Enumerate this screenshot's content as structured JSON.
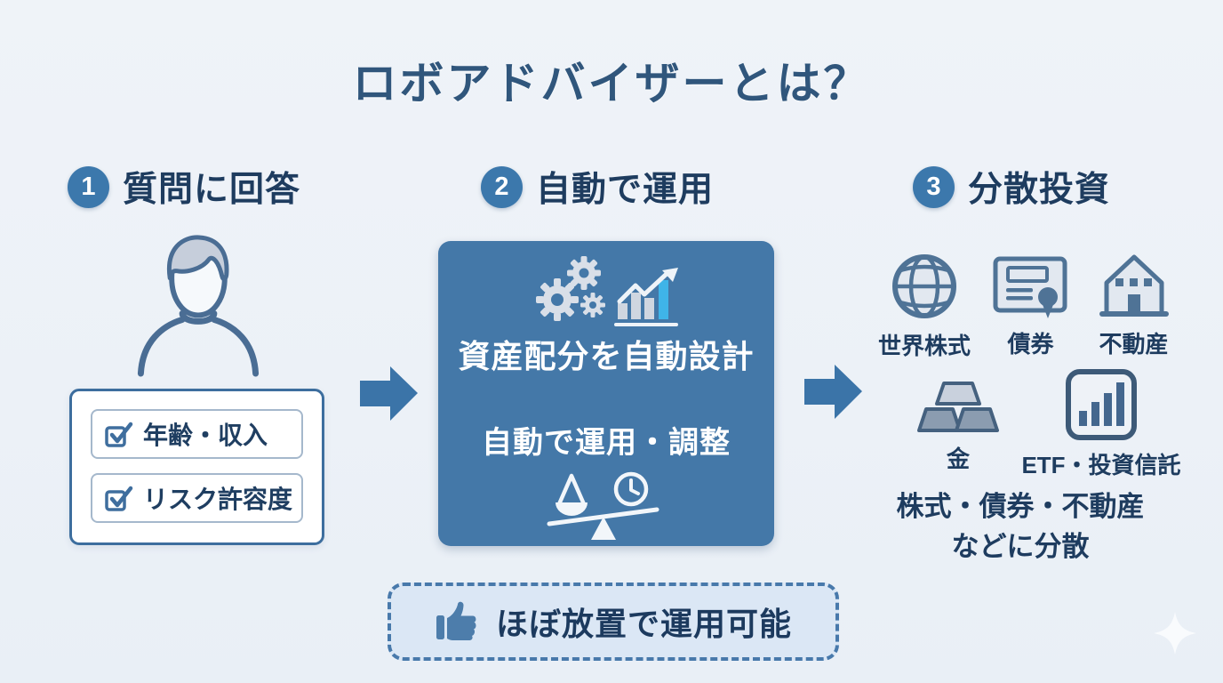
{
  "page": {
    "title": "ロボアドバイザーとは？"
  },
  "colors": {
    "background": "#edf1f7",
    "primary_blue": "#4478a8",
    "accent_cyan": "#3fb4e8",
    "dark_navy": "#1e3c5f",
    "circle_blue": "#3c78ac",
    "arrow_blue": "#3b74a8",
    "icon_stroke": "#4a6d94",
    "icon_fill": "#e2e8f0",
    "banner_bg": "#dbe7f5",
    "banner_border": "#4879ab"
  },
  "steps": [
    {
      "number": "1",
      "title": "質問に回答",
      "person_icon": "person-icon",
      "checklist": [
        {
          "icon": "checkbox-icon",
          "label": "年齢・収入"
        },
        {
          "icon": "checkbox-icon",
          "label": "リスク許容度"
        }
      ]
    },
    {
      "number": "2",
      "title": "自動で運用",
      "top_icons": [
        "gears-icon",
        "growth-chart-icon"
      ],
      "line1": "資産配分を自動設計",
      "line2": "自動で運用・調整",
      "bottom_icons": [
        "balance-scale-icon",
        "clock-icon"
      ]
    },
    {
      "number": "3",
      "title": "分散投資",
      "assets": [
        {
          "icon": "globe-icon",
          "label": "世界株式"
        },
        {
          "icon": "certificate-icon",
          "label": "債券"
        },
        {
          "icon": "house-icon",
          "label": "不動産"
        },
        {
          "icon": "gold-bars-icon",
          "label": "金"
        },
        {
          "icon": "etf-chart-icon",
          "label": "ETF・投資信託"
        }
      ],
      "caption": [
        "株式・債券・不動産",
        "などに分散"
      ]
    }
  ],
  "banner": {
    "icon": "thumbs-up-icon",
    "label": "ほぼ放置で運用可能"
  }
}
